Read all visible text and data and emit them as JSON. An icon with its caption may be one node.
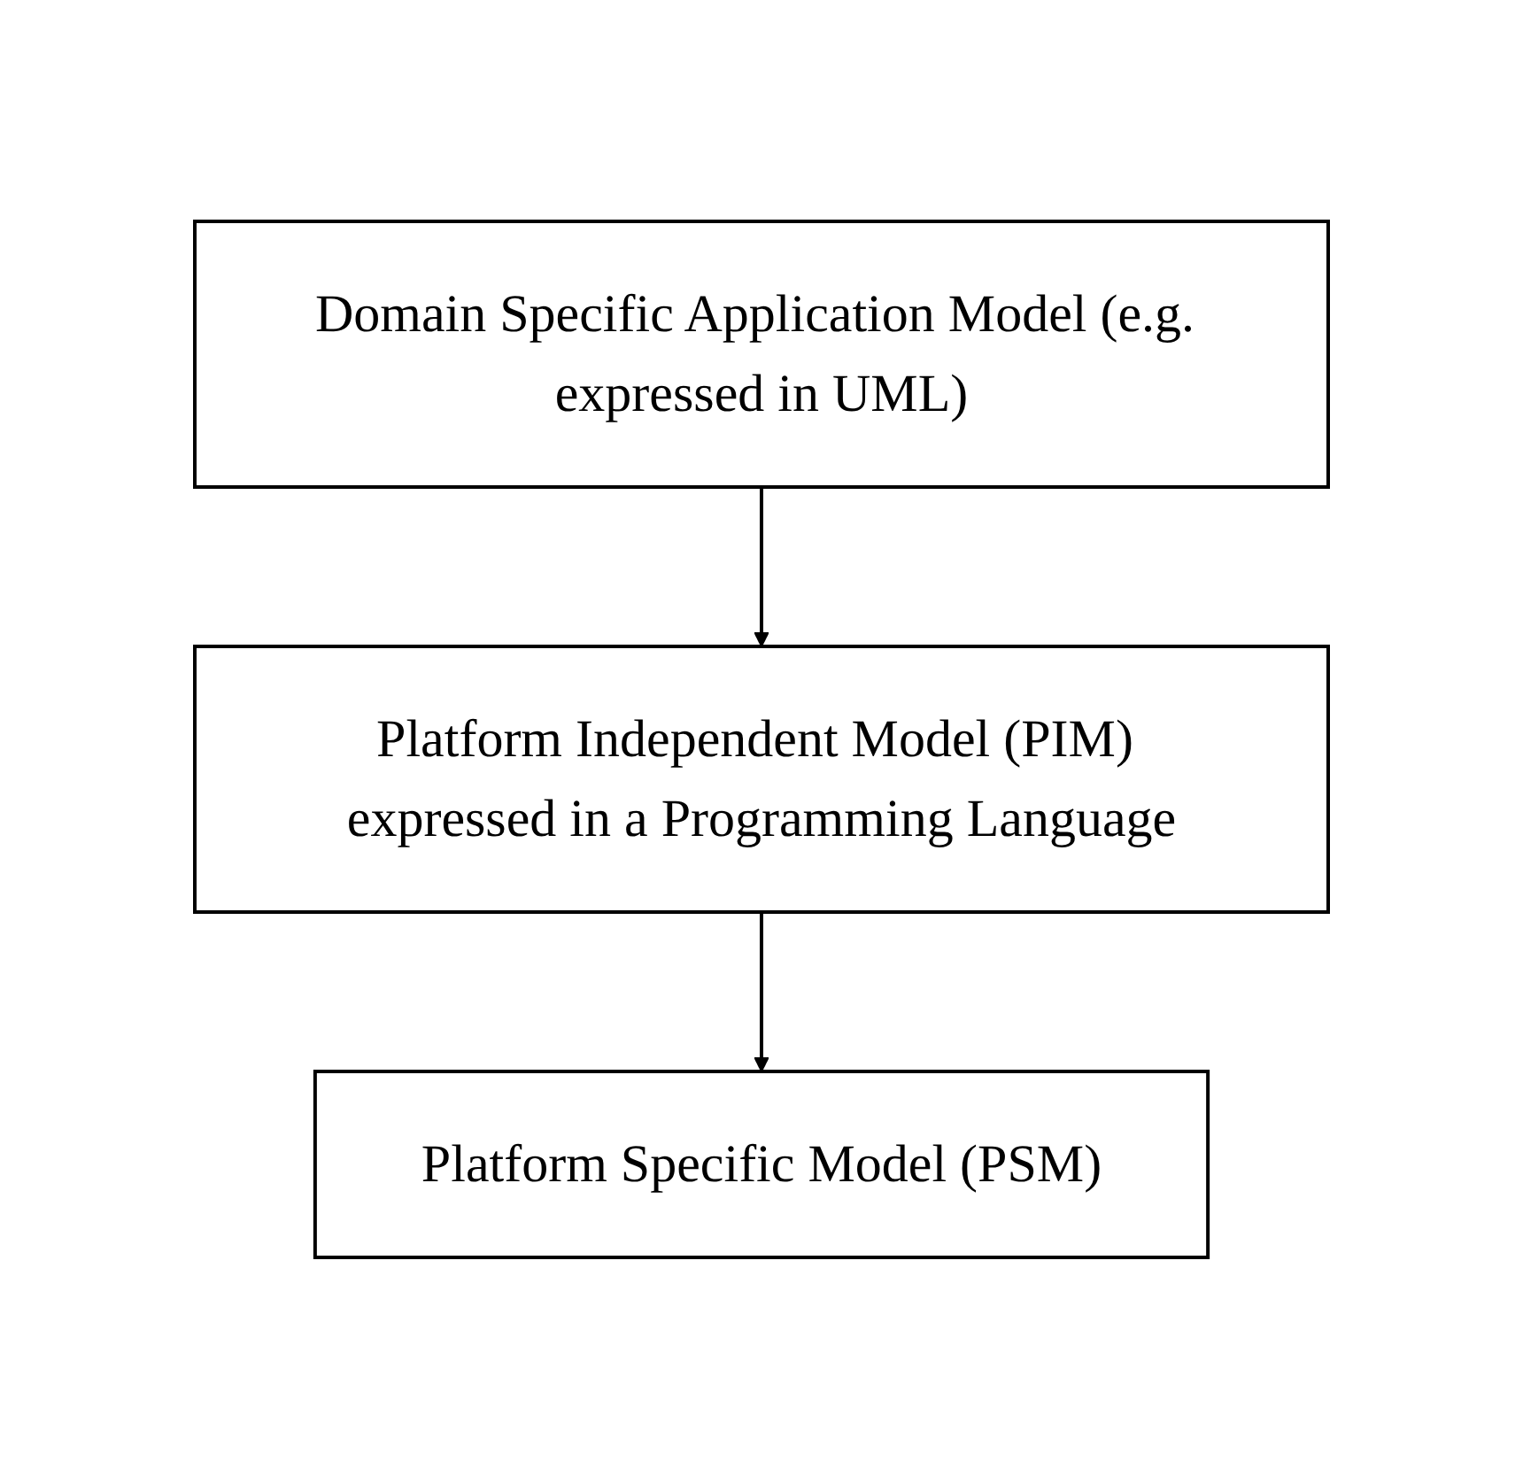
{
  "diagram": {
    "nodes": [
      {
        "text": [
          "Domain Specific Application Model (e.g. expressed in UML)"
        ]
      },
      {
        "text": [
          "Platform Independent Model (PIM) expressed in a Programming Language"
        ]
      },
      {
        "text": [
          "Platform Specific Model (PSM)"
        ]
      }
    ],
    "edges": [
      {
        "from": 0,
        "to": 1,
        "arrow": "to"
      },
      {
        "from": 1,
        "to": 2,
        "arrow": "to"
      }
    ]
  }
}
